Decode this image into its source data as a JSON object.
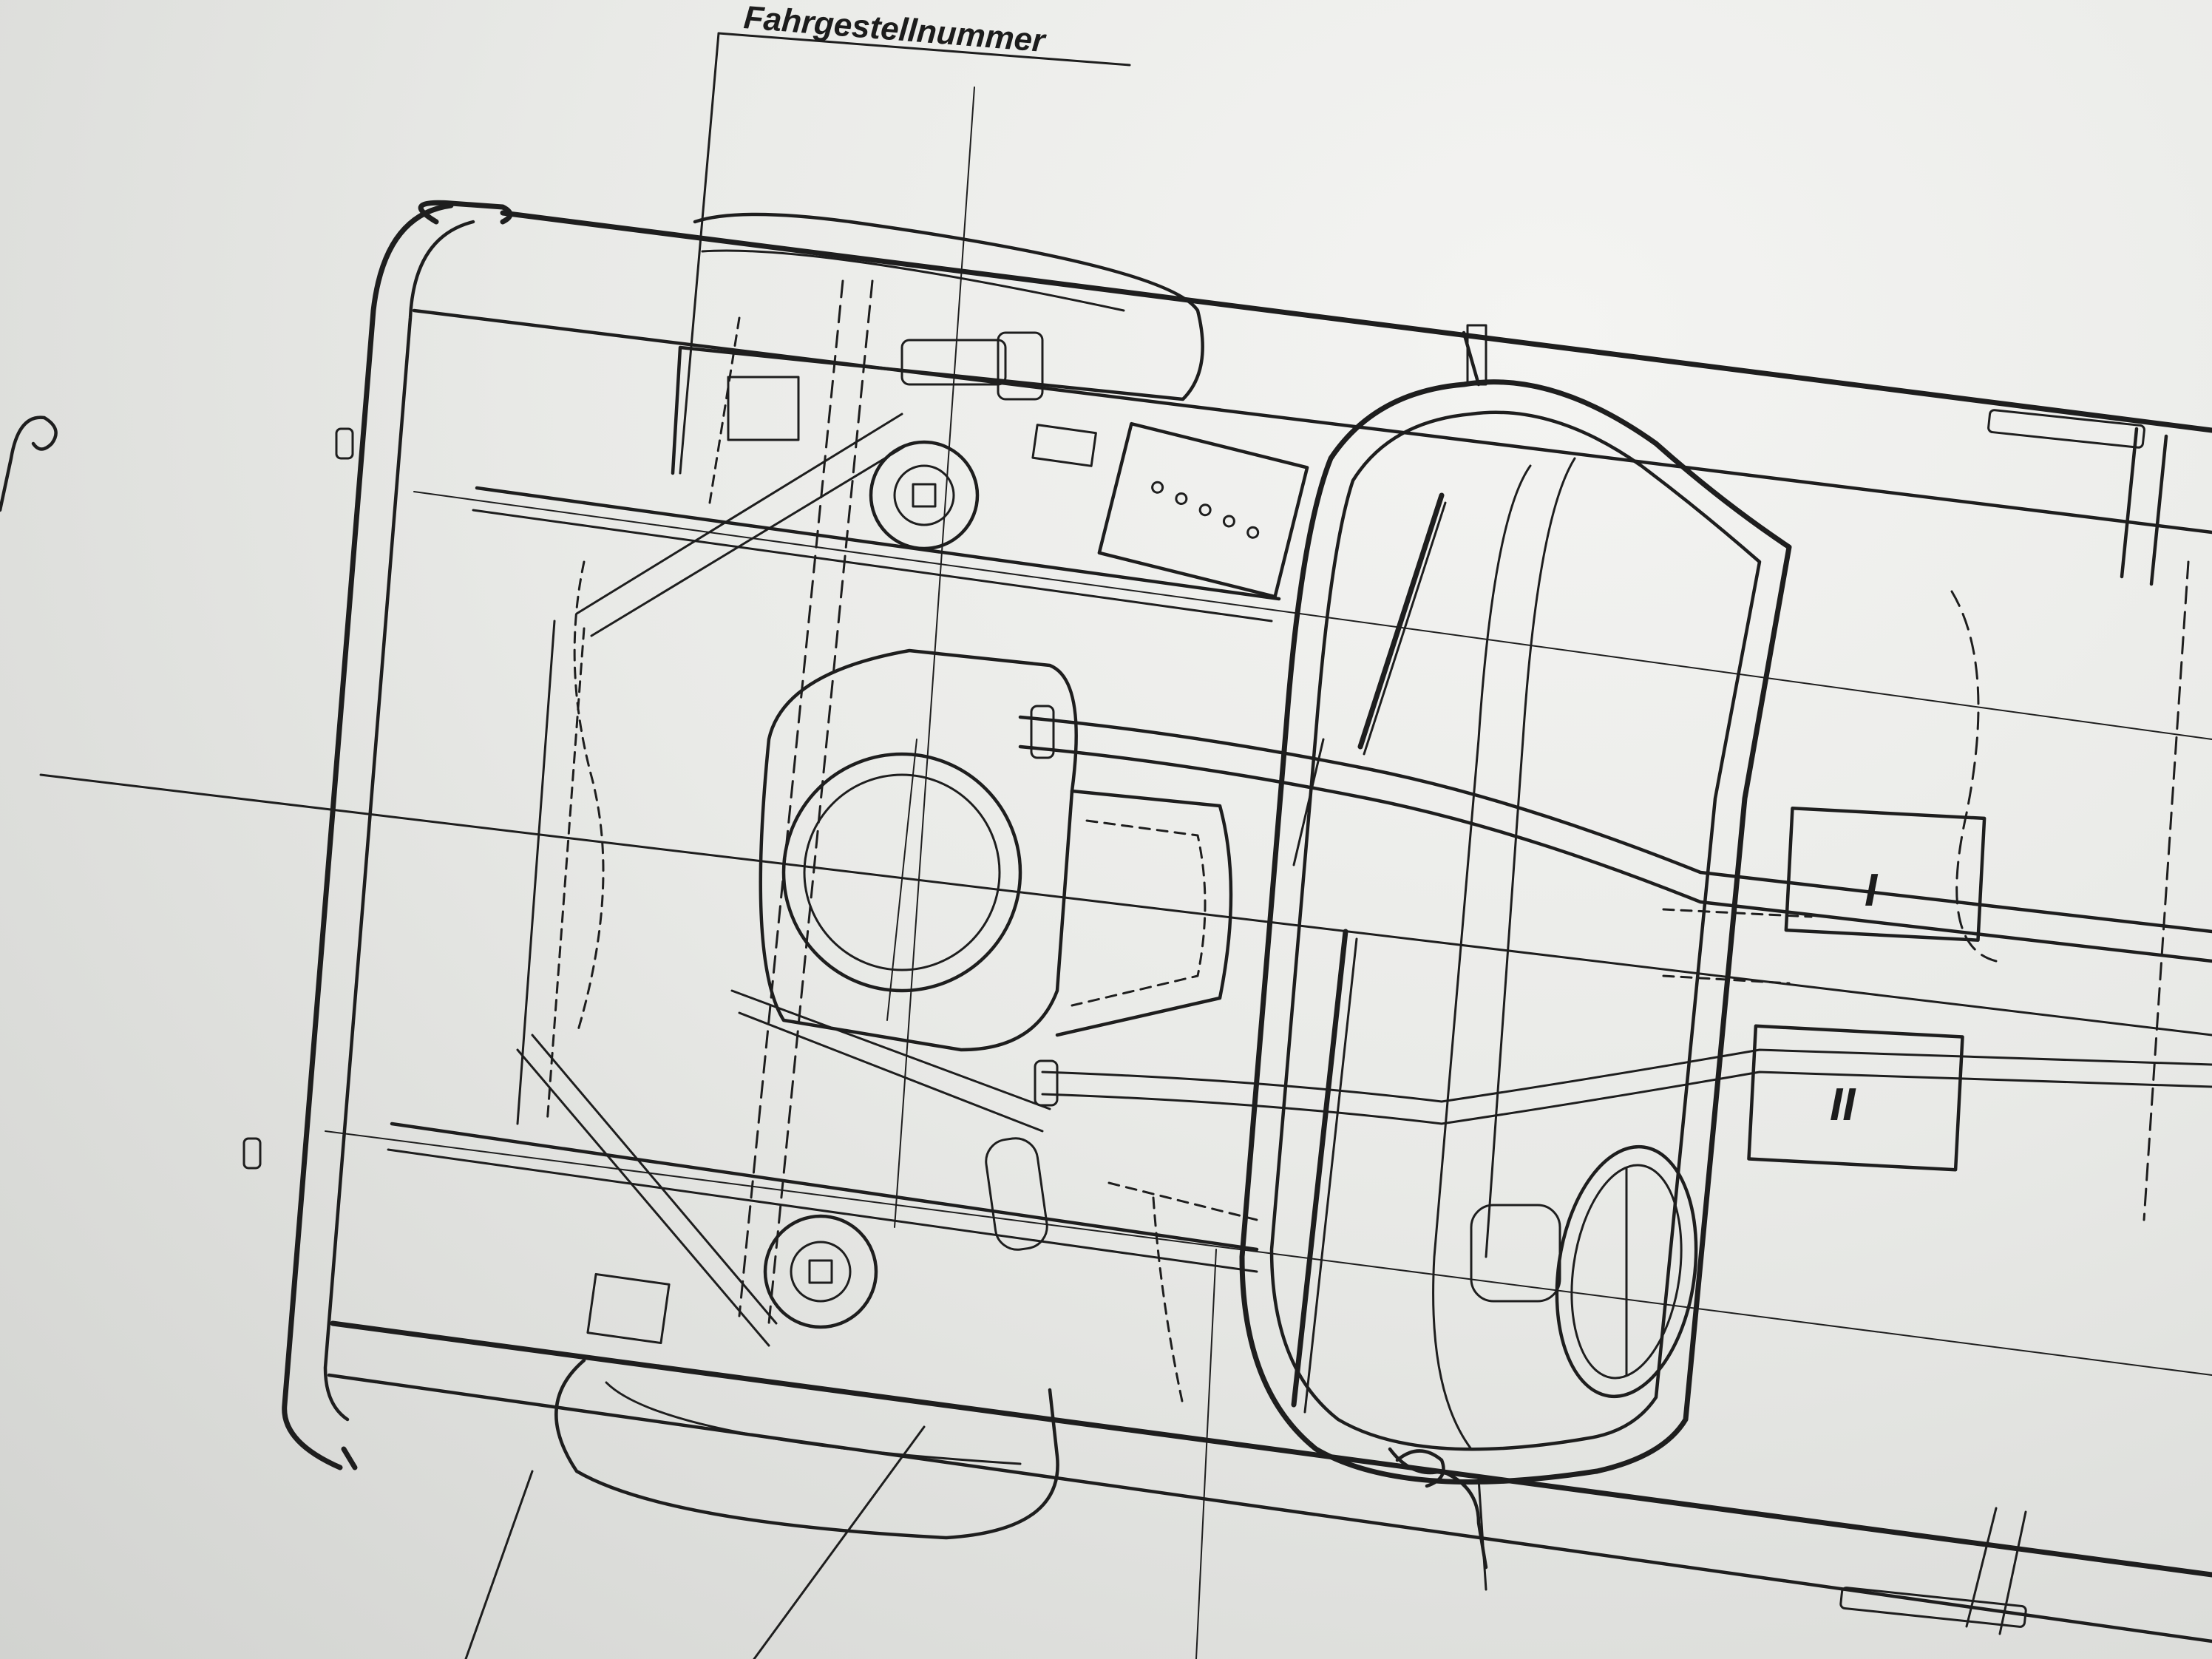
{
  "drawing": {
    "label_chassis_number": "Fahrgestellnummer",
    "compartment_labels": [
      "I",
      "II"
    ]
  },
  "colors": {
    "paper": "#eeeeec",
    "ink": "#1e1e1e"
  }
}
